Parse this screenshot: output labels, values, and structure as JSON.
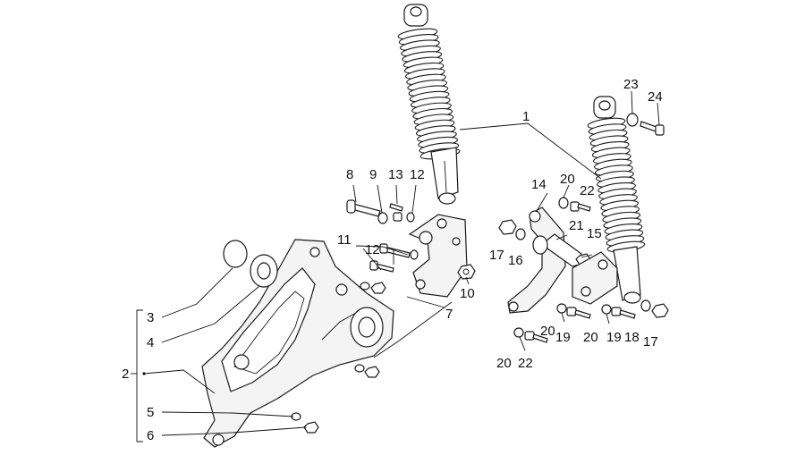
{
  "callouts": {
    "c1": "1",
    "c2": "2",
    "c3": "3",
    "c4": "4",
    "c5": "5",
    "c6": "6",
    "c7": "7",
    "c8": "8",
    "c9": "9",
    "c10": "10",
    "c11": "11",
    "c12a": "12",
    "c12b": "12",
    "c13": "13",
    "c14": "14",
    "c15": "15",
    "c16": "16",
    "c17a": "17",
    "c17b": "17",
    "c18": "18",
    "c19a": "19",
    "c19b": "19",
    "c20a": "20",
    "c20b": "20",
    "c20c": "20",
    "c20d": "20",
    "c21": "21",
    "c22a": "22",
    "c22b": "22",
    "c23": "23",
    "c24": "24"
  },
  "colors": {
    "line": "#1a1a1a",
    "background": "#ffffff"
  }
}
